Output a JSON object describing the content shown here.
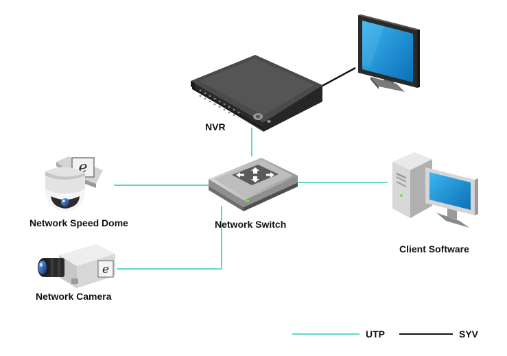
{
  "labels": {
    "nvr": "NVR",
    "speed_dome": "Network Speed Dome",
    "switch": "Network Switch",
    "camera": "Network Camera",
    "client": "Client Software"
  },
  "legend": {
    "utp": "UTP",
    "syv": "SYV"
  },
  "colors": {
    "utp": "#5fd9c5",
    "syv": "#111111",
    "screen": "#1591d9"
  },
  "icons": {
    "nvr": "nvr-recorder-icon",
    "monitor": "monitor-icon",
    "switch": "network-switch-icon",
    "dome": "speed-dome-camera-icon",
    "camera": "bullet-camera-icon",
    "client": "client-pc-icon"
  }
}
